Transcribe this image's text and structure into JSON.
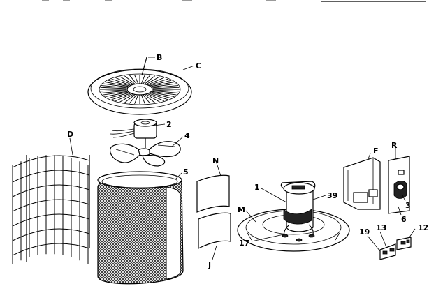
{
  "diagram": {
    "labels": {
      "B": "B",
      "C": "C",
      "D": "D",
      "F": "F",
      "J": "J",
      "M": "M",
      "N": "N",
      "R": "R",
      "n1": "1",
      "n2": "2",
      "n3": "3",
      "n4": "4",
      "n5": "5",
      "n6": "6",
      "n12": "12",
      "n13": "13",
      "n17": "17",
      "n19": "19",
      "n39": "39"
    }
  }
}
